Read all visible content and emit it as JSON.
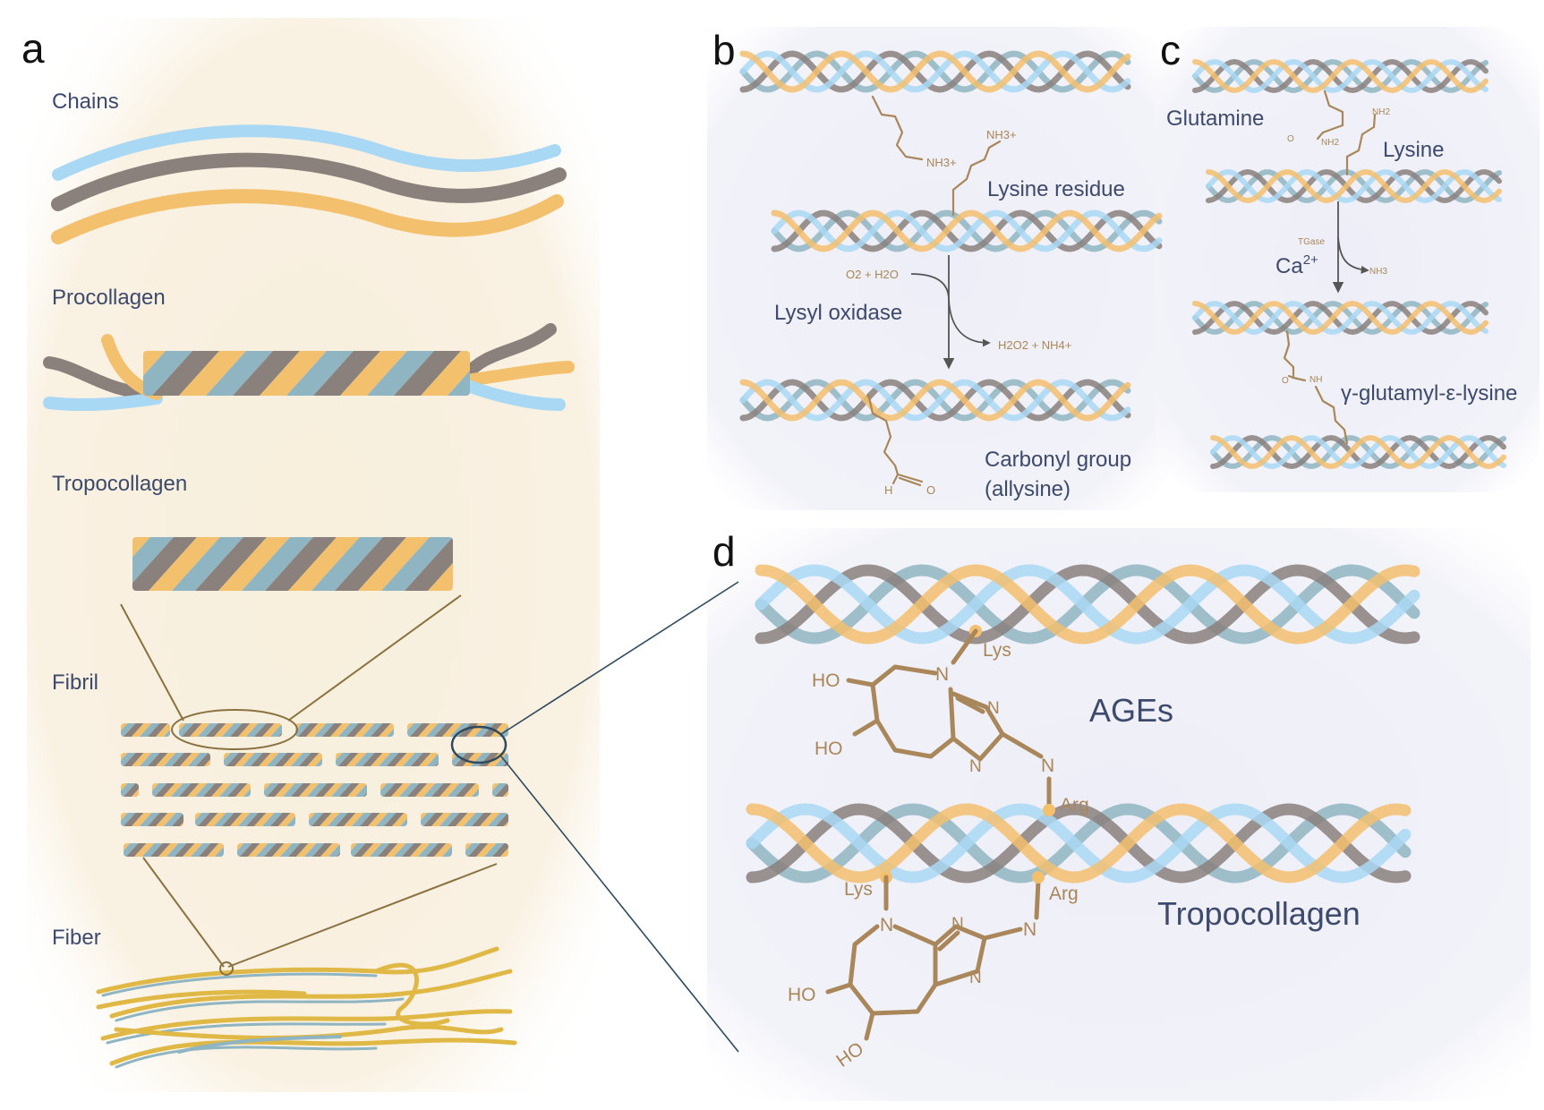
{
  "colors": {
    "chain_blue": "#a9d8f4",
    "chain_gray": "#8a807c",
    "chain_orange": "#f3c06e",
    "chain_teal": "#8fb5c2",
    "chemistry_brown": "#a9875a",
    "label_navy": "#3e4a6b",
    "panel_a_bg": "#faf1e1",
    "panel_bcd_bg": "#efeff8"
  },
  "panels": {
    "a": {
      "letter": "a",
      "chains": "Chains",
      "procollagen": "Procollagen",
      "tropocollagen": "Tropocollagen",
      "fibril": "Fibril",
      "fiber": "Fiber"
    },
    "b": {
      "letter": "b",
      "nh3_top": "NH3+",
      "nh3_mid": "NH3+",
      "lysine_residue": "Lysine residue",
      "reagents": "O2 + H2O",
      "enzyme": "Lysyl oxidase",
      "products": "H2O2 + NH4+",
      "aldehyde_h": "H",
      "aldehyde_o": "O",
      "carbonyl": "Carbonyl group",
      "allysine": "(allysine)"
    },
    "c": {
      "letter": "c",
      "glutamine": "Glutamine",
      "lysine": "Lysine",
      "nh2_gln": "NH2",
      "o_gln": "O",
      "nh2_lys": "NH2",
      "tgase": "TGase",
      "ca": "Ca",
      "ca_charge": "2+",
      "nh3_out": "NH3",
      "amide_o": "O",
      "amide_nh": "NH",
      "product": "γ-glutamyl-ε-lysine"
    },
    "d": {
      "letter": "d",
      "ages": "AGEs",
      "tropocollagen": "Tropocollagen",
      "lys_top": "Lys",
      "lys_bottom": "Lys",
      "arg_mid": "Arg",
      "arg_bottom": "Arg",
      "ho_1": "HO",
      "ho_2": "HO",
      "ho_3": "HO",
      "ho_4": "HO",
      "n": "N"
    }
  }
}
